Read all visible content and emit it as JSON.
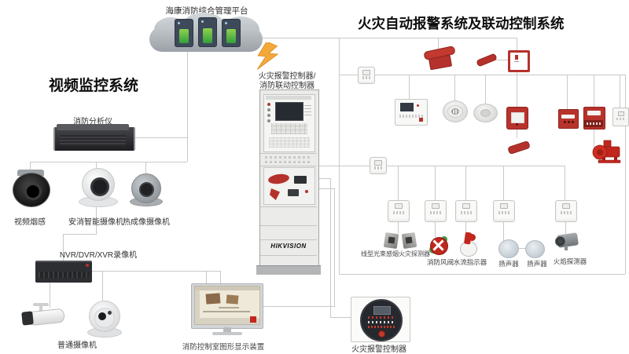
{
  "platform": {
    "label": "海康消防综合管理平台"
  },
  "video": {
    "title": "视频监控系统",
    "analyzer": "消防分析仪",
    "camera_labels": [
      "视频烟感",
      "安消智能摄像机",
      "热成像摄像机"
    ],
    "nvr": "NVR/DVR/XVR录像机",
    "basic_camera": "普通摄像机",
    "graphic_display": "消防控制室图形显示装置"
  },
  "fire": {
    "title": "火灾自动报警系统及联动控制系统",
    "controller_line1": "火灾报警控制器/",
    "controller_line2": "消防联动控制器",
    "cabinet_brand": "HIKVISION",
    "alarm_panel": "火灾报警控制器",
    "module_device_labels": [
      "线型光束感烟火灾探测器",
      "消防风阀",
      "水流指示器",
      "扬声器",
      "扬声器",
      "火焰探测器"
    ]
  },
  "colors": {
    "accent_red": "#b5322c",
    "line_gray": "#c9c9c9",
    "bolt_orange": "#f2a93b"
  }
}
